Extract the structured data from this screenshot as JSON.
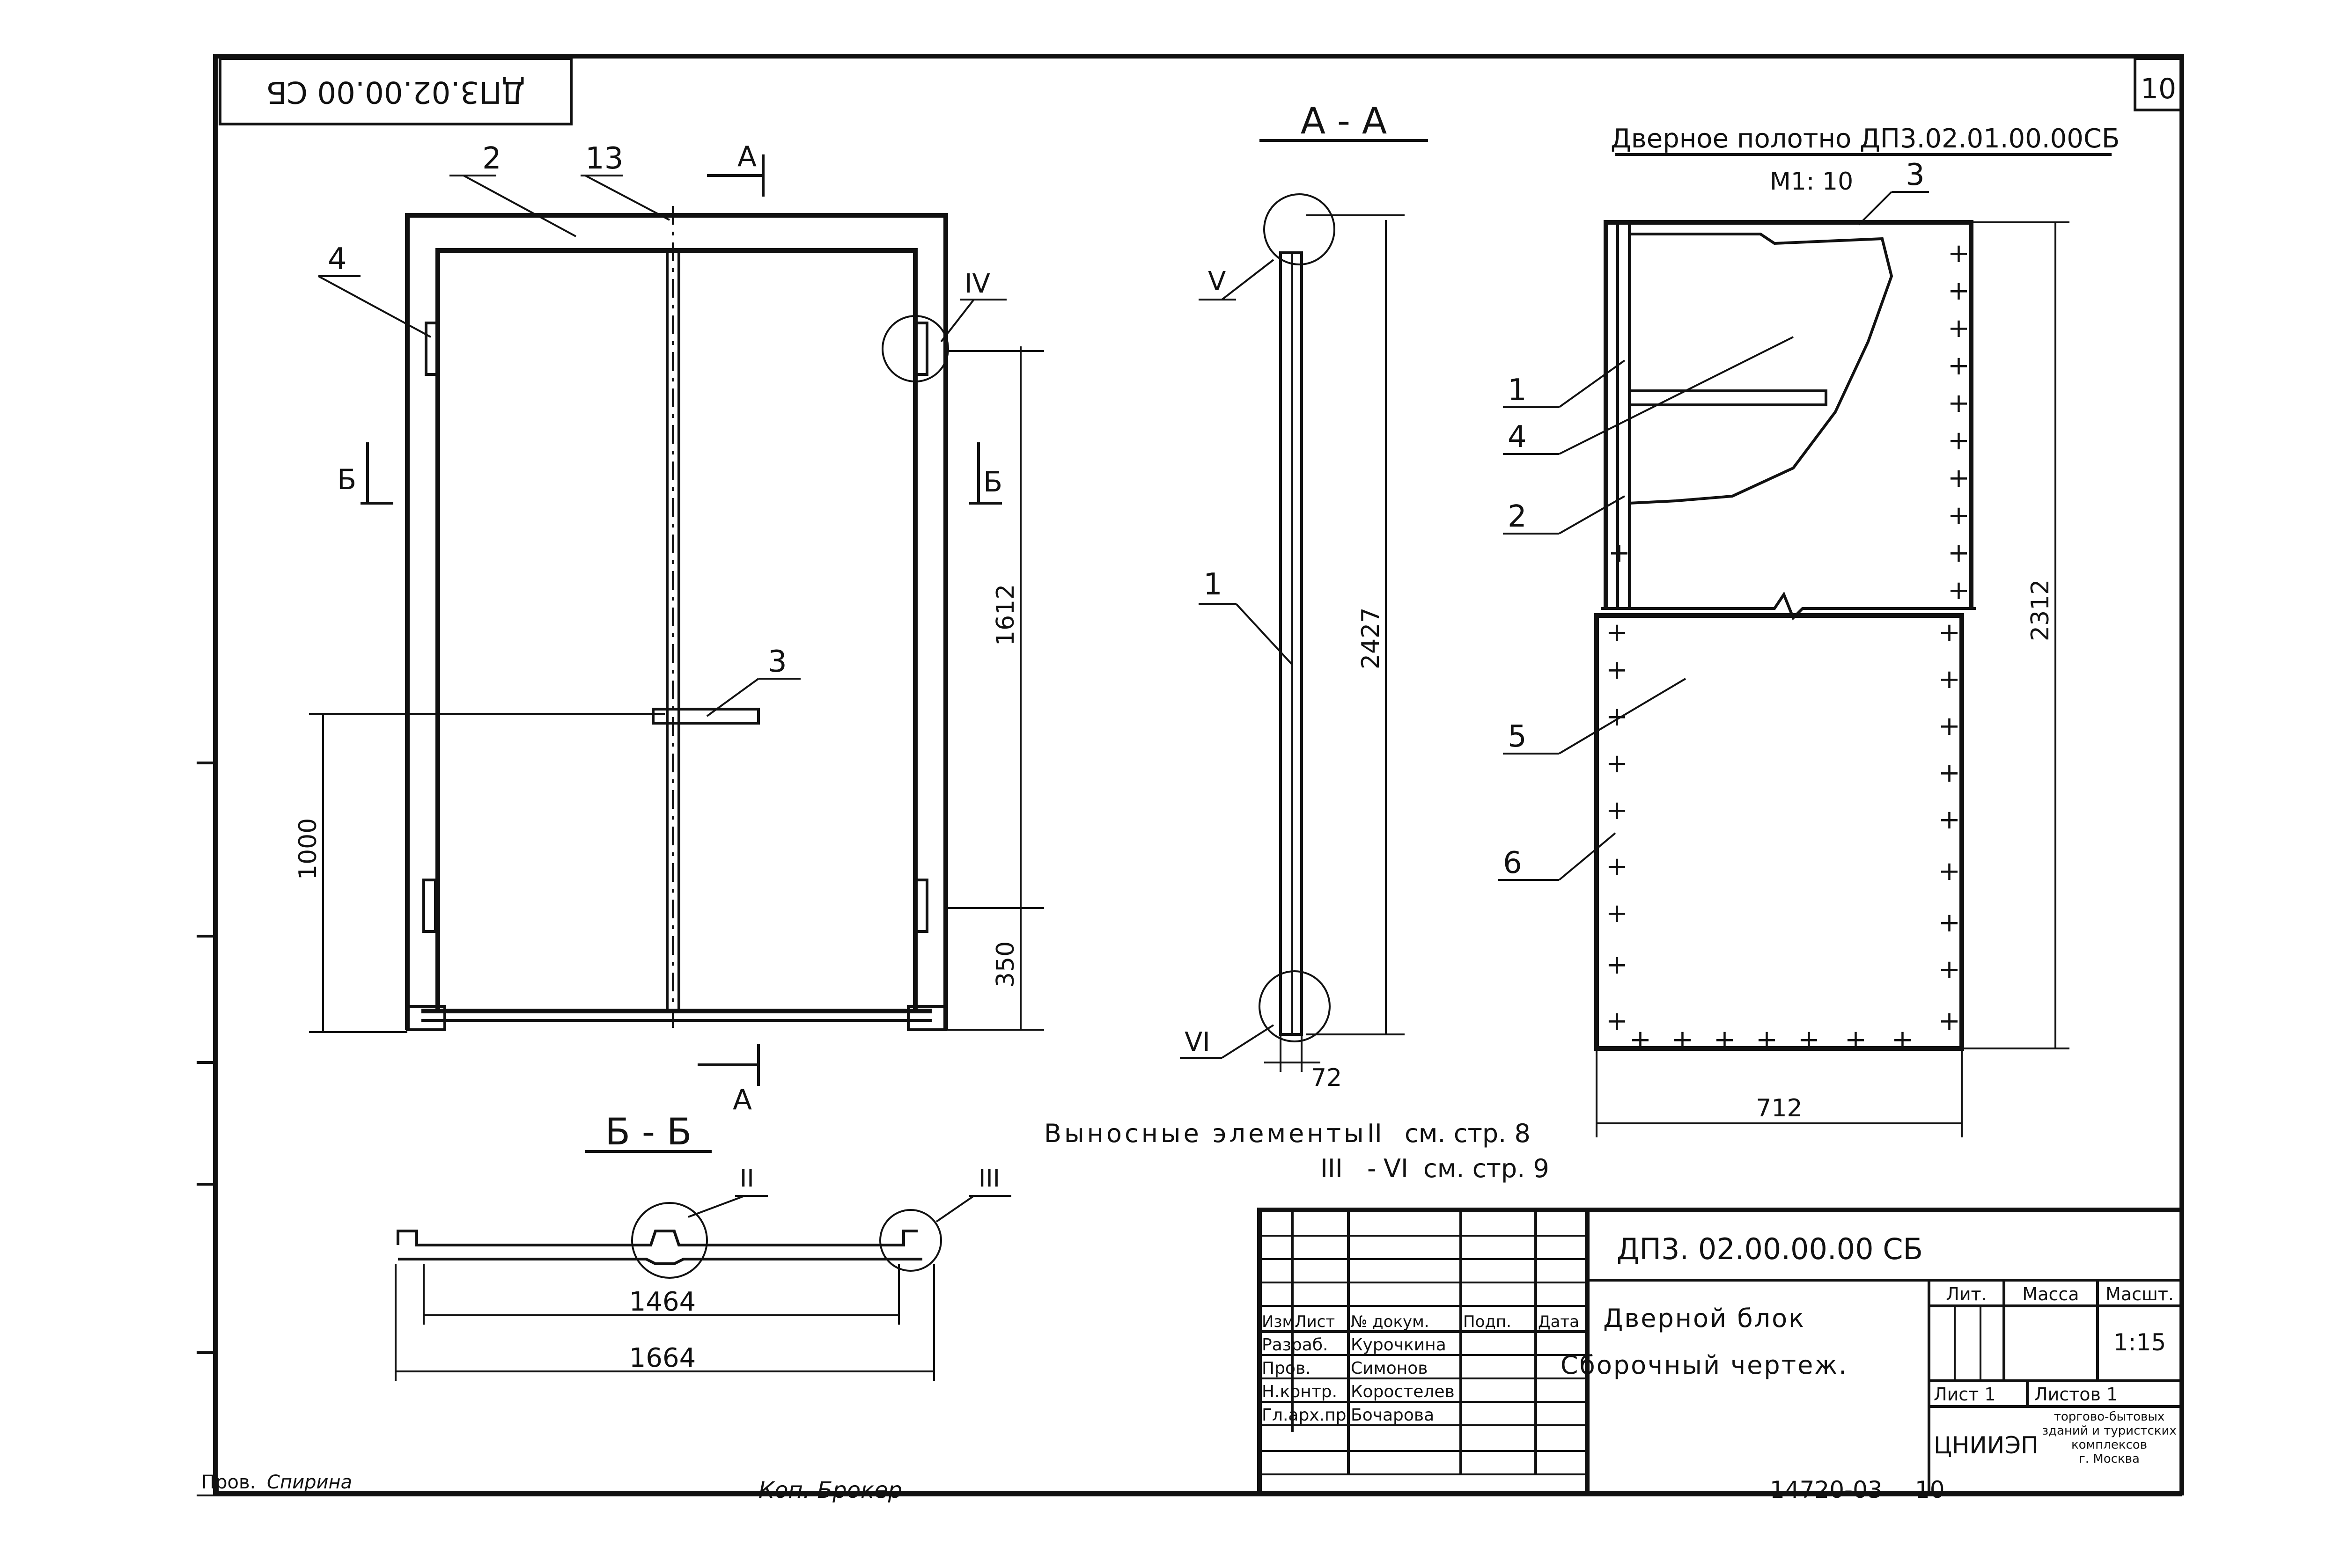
{
  "sheet": {
    "number": "10",
    "top_code_mirrored": "ДП3.02.00.00 СБ"
  },
  "front_view": {
    "callouts": [
      "2",
      "13",
      "4",
      "3",
      "IV"
    ],
    "section_marks": {
      "a": "А",
      "b": "Б"
    },
    "dimensions": {
      "height_1612": "1612",
      "handle_1000": "1000",
      "bottom_350": "350"
    }
  },
  "section_aa": {
    "title": "А - А",
    "callouts": [
      "V",
      "1",
      "VI"
    ],
    "dimensions": {
      "height": "2427",
      "width": "72"
    }
  },
  "section_bb": {
    "title": "Б - Б",
    "callouts": [
      "II",
      "III"
    ],
    "dimensions": {
      "inner": "1464",
      "outer": "1664"
    }
  },
  "door_leaf": {
    "title": "Дверное полотно ДП3.02.01.00.00СБ",
    "scale": "М1: 10",
    "callouts": [
      "3",
      "1",
      "4",
      "2",
      "5",
      "6"
    ],
    "dimensions": {
      "height": "2312",
      "width": "712"
    }
  },
  "remote_note": {
    "line1_prefix": "Выносные элементы",
    "line1_numeral": "II",
    "line1_ref": "см. стр. 8",
    "line2_numeral_a": "III",
    "line2_dash": "-",
    "line2_numeral_b": "VI",
    "line2_ref": "см. стр. 9"
  },
  "title_block": {
    "code": "ДП3. 02.00.00.00 СБ",
    "name_line1": "Дверной блок",
    "name_line2": "Сборочный чертеж.",
    "col_headers": [
      "Изм.",
      "Лист",
      "№ докум.",
      "Подп.",
      "Дата"
    ],
    "roles": [
      {
        "role": "Разраб.",
        "name": "Курочкина"
      },
      {
        "role": "Пров.",
        "name": "Симонов"
      },
      {
        "role": "Н.контр.",
        "name": "Коростелев"
      },
      {
        "role": "Гл.арх.пр.",
        "name": "Бочарова"
      }
    ],
    "lit_label": "Лит.",
    "mass_label": "Масса",
    "scale_label": "Масшт.",
    "scale_value": "1:15",
    "sheet_label": "Лист 1",
    "sheets_label": "Листов 1",
    "org_short": "ЦНИИЭП",
    "org_full": [
      "торгово-бытовых",
      "зданий и туристских",
      "комплексов",
      "г. Москва"
    ]
  },
  "footer": {
    "left_label": "Пров.",
    "left_sign": "Спирина",
    "middle": "Коп. Брокер",
    "doc_number": "14720-03",
    "page": "10"
  }
}
